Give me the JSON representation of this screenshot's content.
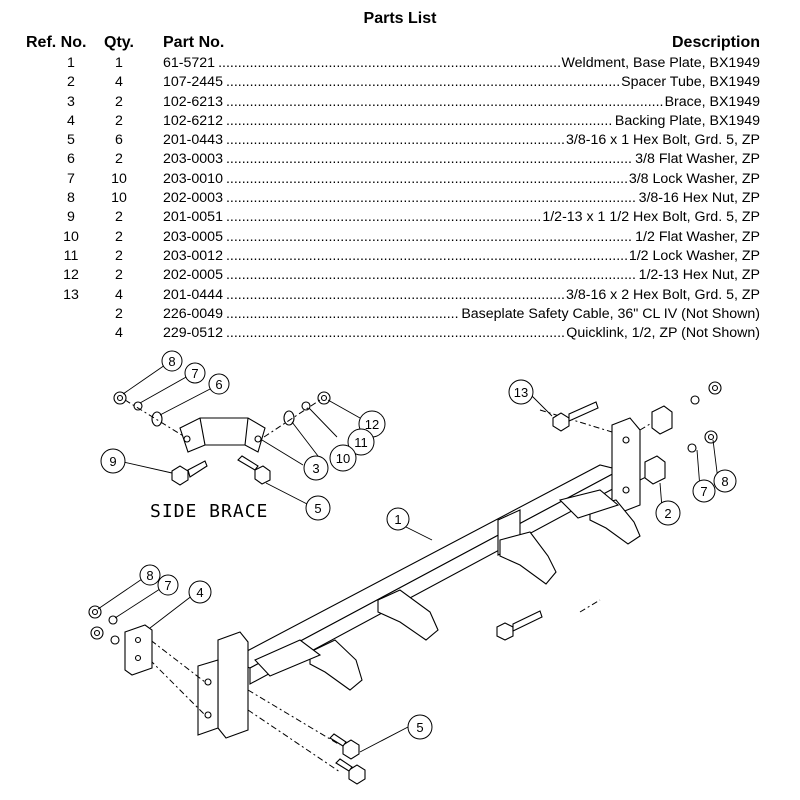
{
  "title": "Parts List",
  "headers": {
    "ref": "Ref. No.",
    "qty": "Qty.",
    "part": "Part No.",
    "desc": "Description"
  },
  "rows": [
    {
      "ref": "1",
      "qty": "1",
      "part": "61-5721",
      "desc": "Weldment, Base Plate, BX1949"
    },
    {
      "ref": "2",
      "qty": "4",
      "part": "107-2445",
      "desc": "Spacer Tube, BX1949"
    },
    {
      "ref": "3",
      "qty": "2",
      "part": "102-6213",
      "desc": "Brace, BX1949"
    },
    {
      "ref": "4",
      "qty": "2",
      "part": "102-6212",
      "desc": "Backing Plate, BX1949"
    },
    {
      "ref": "5",
      "qty": "6",
      "part": "201-0443",
      "desc": "3/8-16 x 1 Hex Bolt, Grd. 5, ZP"
    },
    {
      "ref": "6",
      "qty": "2",
      "part": "203-0003",
      "desc": "3/8 Flat Washer, ZP"
    },
    {
      "ref": "7",
      "qty": "10",
      "part": "203-0010",
      "desc": "3/8 Lock Washer, ZP"
    },
    {
      "ref": "8",
      "qty": "10",
      "part": "202-0003",
      "desc": "3/8-16 Hex Nut, ZP"
    },
    {
      "ref": "9",
      "qty": "2",
      "part": "201-0051",
      "desc": "1/2-13 x 1 1/2 Hex Bolt, Grd. 5, ZP"
    },
    {
      "ref": "10",
      "qty": "2",
      "part": "203-0005",
      "desc": "1/2 Flat Washer, ZP"
    },
    {
      "ref": "11",
      "qty": "2",
      "part": "203-0012",
      "desc": "1/2 Lock Washer, ZP"
    },
    {
      "ref": "12",
      "qty": "2",
      "part": "202-0005",
      "desc": "1/2-13 Hex Nut, ZP"
    },
    {
      "ref": "13",
      "qty": "4",
      "part": "201-0444",
      "desc": "3/8-16 x 2 Hex Bolt, Grd. 5, ZP"
    },
    {
      "ref": "",
      "qty": "2",
      "part": "226-0049",
      "desc": "Baseplate Safety Cable, 36\" CL IV (Not Shown)"
    },
    {
      "ref": "",
      "qty": "4",
      "part": "229-0512",
      "desc": "Quicklink, 1/2, ZP (Not Shown)"
    }
  ],
  "diagram": {
    "side_brace_label": "SIDE BRACE",
    "callouts": {
      "c1": "1",
      "c2": "2",
      "c3": "3",
      "c4": "4",
      "c5": "5",
      "c6": "6",
      "c7": "7",
      "c8": "8",
      "c9": "9",
      "c10": "10",
      "c11": "11",
      "c12": "12",
      "c13": "13"
    }
  }
}
